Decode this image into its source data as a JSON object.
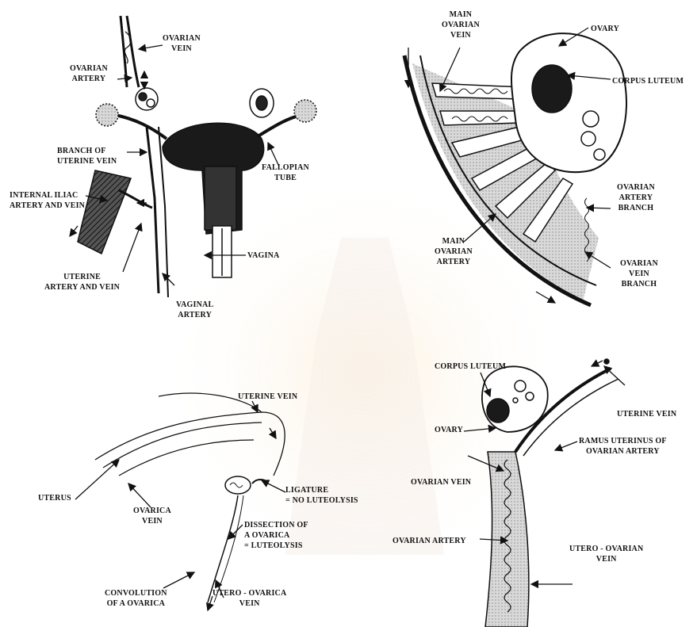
{
  "panel_a": {
    "ovarian_vein": [
      "OVARIAN",
      "VEIN"
    ],
    "ovarian_artery": [
      "OVARIAN",
      "ARTERY"
    ],
    "branch_uterine_vein": [
      "BRANCH OF",
      "UTERINE VEIN"
    ],
    "internal_iliac": [
      "INTERNAL ILIAC",
      "ARTERY AND VEIN"
    ],
    "uterine_artery_vein": [
      "UTERINE",
      "ARTERY AND VEIN"
    ],
    "fallopian_tube": [
      "FALLOPIAN",
      "TUBE"
    ],
    "vagina": "VAGINA",
    "vaginal_artery": [
      "VAGINAL",
      "ARTERY"
    ]
  },
  "panel_b": {
    "main_ovarian_vein": [
      "MAIN",
      "OVARIAN",
      "VEIN"
    ],
    "ovary": "OVARY",
    "corpus_luteum": "CORPUS  LUTEUM",
    "ovarian_artery_branch": [
      "OVARIAN",
      "ARTERY",
      "BRANCH"
    ],
    "main_ovarian_artery": [
      "MAIN",
      "OVARIAN",
      "ARTERY"
    ],
    "ovarian_vein_branch": [
      "OVARIAN",
      "VEIN",
      "BRANCH"
    ]
  },
  "panel_c": {
    "uterine_vein": "UTERINE VEIN",
    "uterus": "UTERUS",
    "ovarica_vein": [
      "OVARICA",
      "VEIN"
    ],
    "ligature": [
      "LIGATURE",
      "= NO LUTEOLYSIS"
    ],
    "dissection": [
      "DISSECTION OF",
      "A OVARICA",
      "= LUTEOLYSIS"
    ],
    "convolution": [
      "CONVOLUTION",
      "OF A OVARICA"
    ],
    "utero_ovarica": [
      "UTERO - OVARICA",
      "VEIN"
    ]
  },
  "panel_d": {
    "corpus_luteum": "CORPUS  LUTEUM",
    "uterine_vein": "UTERINE VEIN",
    "ovary": "OVARY",
    "ramus": [
      "RAMUS UTERINUS OF",
      "OVARIAN ARTERY"
    ],
    "ovarian_vein": "OVARIAN VEIN",
    "ovarian_artery": "OVARIAN ARTERY",
    "utero_ovarian": [
      "UTERO - OVARIAN",
      "VEIN"
    ]
  }
}
